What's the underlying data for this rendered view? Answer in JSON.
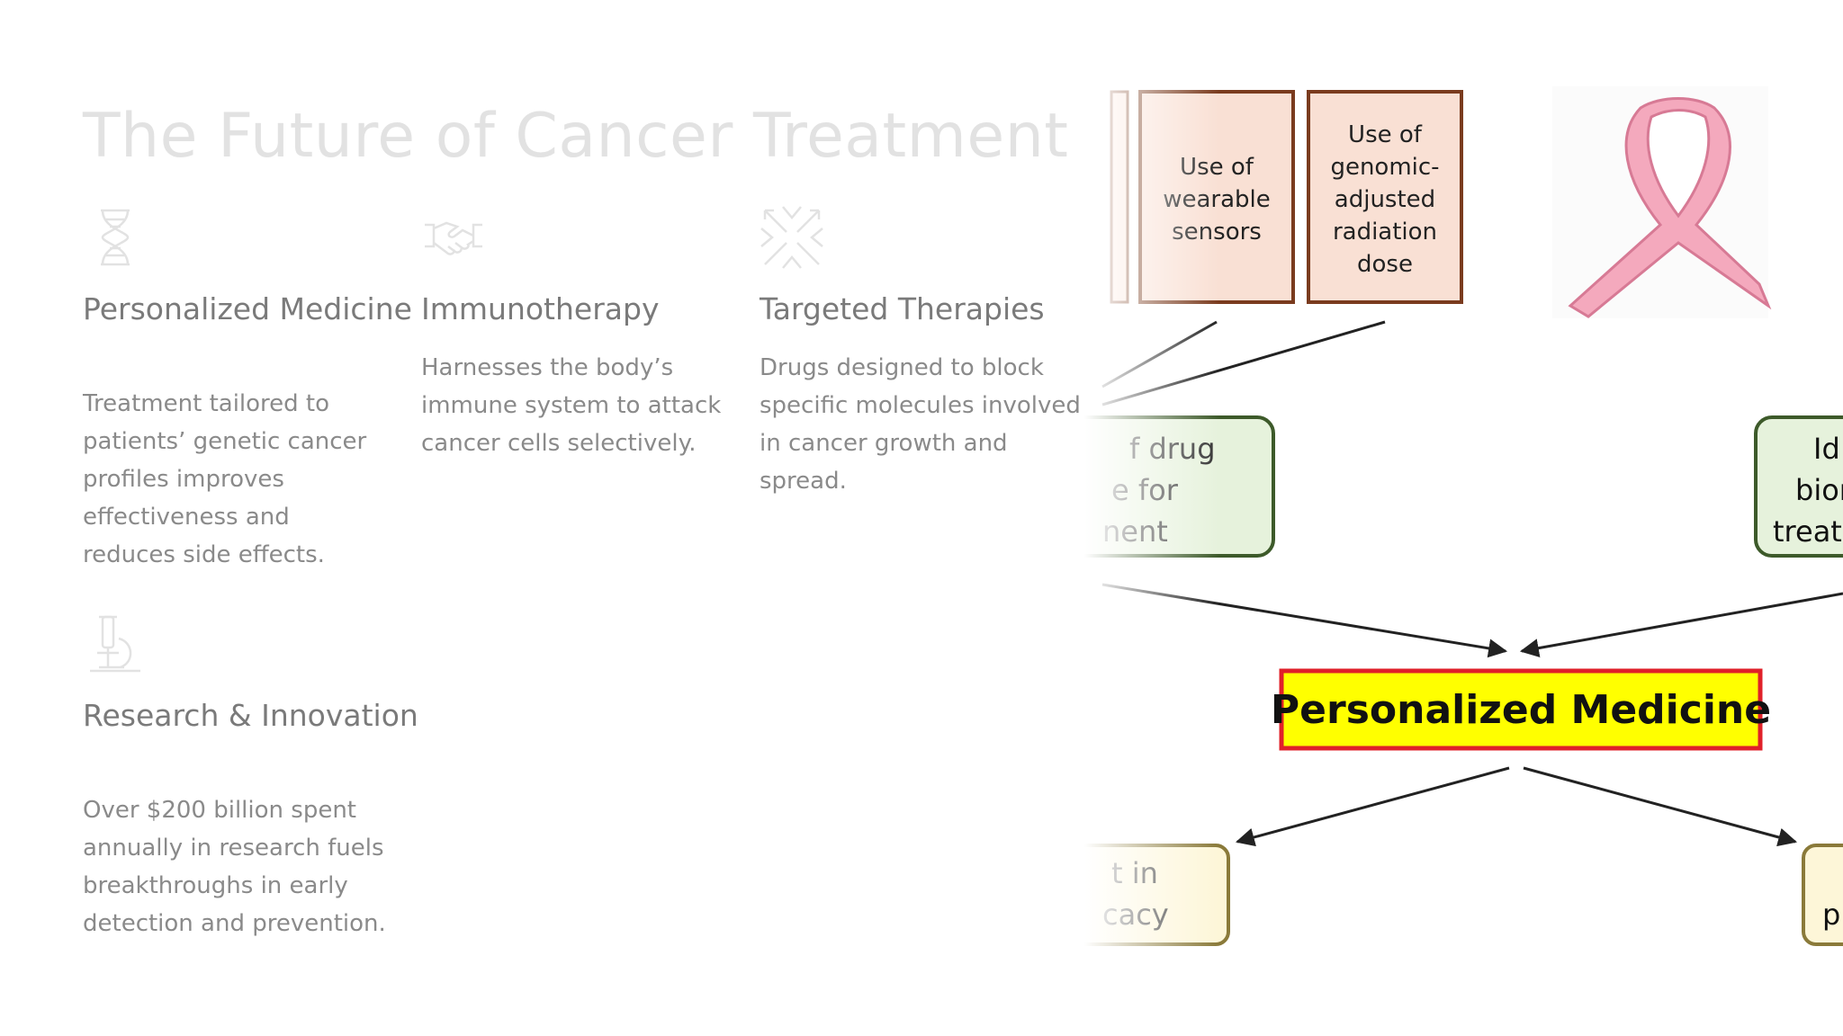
{
  "slide": {
    "title": "The Future of Cancer Treatment"
  },
  "cards": [
    {
      "icon": "dna-icon",
      "heading": "Personalized Medicine",
      "body": "Treatment tailored to patients’ genetic cancer profiles improves effectiveness and reduces side effects."
    },
    {
      "icon": "handshake-icon",
      "heading": "Immunotherapy",
      "body": "Harnesses the body’s immune system to attack cancer cells selectively."
    },
    {
      "icon": "target-arrows-icon",
      "heading": "Targeted Therapies",
      "body": "Drugs designed to block specific molecules involved in cancer growth and spread."
    },
    {
      "icon": "microscope-icon",
      "heading": "Research & Innovation",
      "body": "Over $200 billion spent annually in research fuels breakthroughs in early detection and prevention."
    }
  ],
  "diagram": {
    "center_label": "Personalized Medicine",
    "box_wearable": [
      "Use of",
      "wearable",
      "sensors"
    ],
    "box_genomic": [
      "Use of",
      "genomic-",
      "adjusted",
      "radiation",
      "dose"
    ],
    "box_left_mid": [
      "f drug",
      "e for",
      "nent"
    ],
    "box_right_mid": [
      "Id",
      "bior",
      "treat"
    ],
    "box_left_bottom": [
      "t in",
      "cacy"
    ],
    "box_right_bottom": [
      "p"
    ],
    "ribbon_icon": "pink-ribbon-icon",
    "colors": {
      "center_fill": "#ffff00",
      "center_border": "#e0202a",
      "top_box_fill": "#f9e0d4",
      "top_box_border": "#7a3b1e",
      "mid_box_fill": "#e6f2dc",
      "mid_box_border": "#3d5a2a",
      "bottom_box_fill": "#fdf6d8",
      "bottom_box_border": "#8a7a3a",
      "ribbon": "#f4a9bd"
    }
  }
}
